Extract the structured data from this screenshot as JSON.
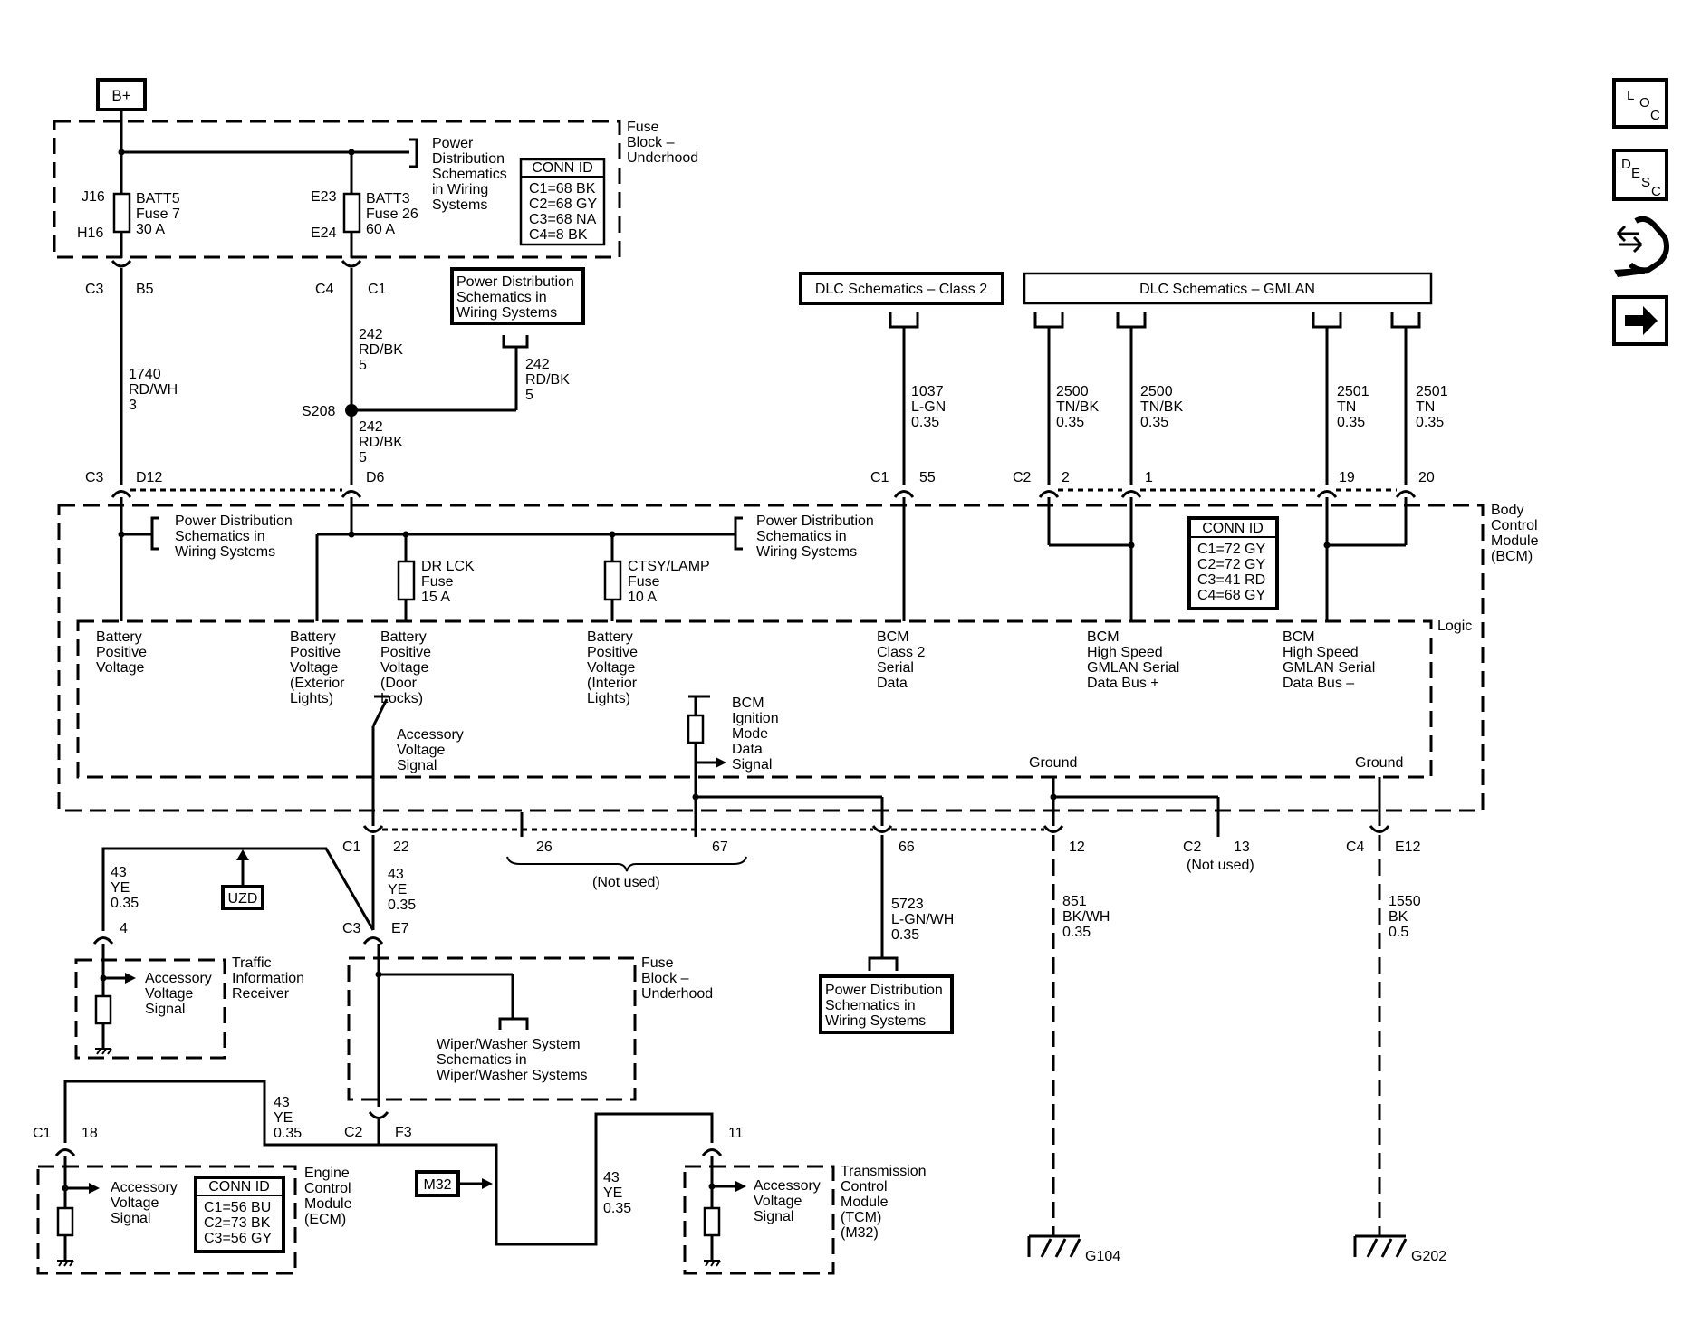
{
  "power_source": "B+",
  "fuse_block_underhood": {
    "title_lines": [
      "Fuse",
      "Block –",
      "Underhood"
    ]
  },
  "fuse_batt5": {
    "pin_in": "J16",
    "pin_out": "H16",
    "lines": [
      "BATT5",
      "Fuse 7",
      "30 A"
    ]
  },
  "fuse_batt3": {
    "pin_in": "E23",
    "pin_out": "E24",
    "lines": [
      "BATT3",
      "Fuse 26",
      "60 A"
    ]
  },
  "pd_ref_text": [
    "Power",
    "Distribution",
    "Schematics",
    "in Wiring",
    "Systems"
  ],
  "conn_id_fuse_block": {
    "title": "CONN ID",
    "lines": [
      "C1=68 BK",
      "C2=68 GY",
      "C3=68 NA",
      "C4=8 BK"
    ]
  },
  "pd_box_top": [
    "Power Distribution",
    "Schematics in",
    "Wiring Systems"
  ],
  "connector_c3_b5": {
    "conn": "C3",
    "pin": "B5"
  },
  "connector_c4_c1": {
    "conn": "C4",
    "pin": "C1"
  },
  "wire_1740": [
    "1740",
    "RD/WH",
    "3"
  ],
  "wire_242_a": [
    "242",
    "RD/BK",
    "5"
  ],
  "wire_242_b": [
    "242",
    "RD/BK",
    "5"
  ],
  "wire_242_c": [
    "242",
    "RD/BK",
    "5"
  ],
  "splice_s208": "S208",
  "connector_c3_d12": {
    "conn": "C3",
    "pin": "D12"
  },
  "connector_d6": {
    "pin": "D6"
  },
  "dlc_class2": {
    "label": "DLC Schematics – Class 2",
    "wire": [
      "1037",
      "L-GN",
      "0.35"
    ],
    "conn": "C1",
    "pin": "55"
  },
  "dlc_gmlan": {
    "label": "DLC Schematics – GMLAN",
    "wires": [
      [
        "2500",
        "TN/BK",
        "0.35"
      ],
      [
        "2500",
        "TN/BK",
        "0.35"
      ],
      [
        "2501",
        "TN",
        "0.35"
      ],
      [
        "2501",
        "TN",
        "0.35"
      ]
    ],
    "conn": "C2",
    "pins": [
      "2",
      "1",
      "19",
      "20"
    ]
  },
  "bcm": {
    "title_lines": [
      "Body",
      "Control",
      "Module",
      "(BCM)"
    ],
    "logic_label": "Logic",
    "conn_id": {
      "title": "CONN ID",
      "lines": [
        "C1=72 GY",
        "C2=72 GY",
        "C3=41 RD",
        "C4=68 GY"
      ]
    },
    "pd_ref_left": [
      "Power Distribution",
      "Schematics in",
      "Wiring Systems"
    ],
    "pd_ref_right": [
      "Power Distribution",
      "Schematics in",
      "Wiring Systems"
    ],
    "fuse_dr_lck": [
      "DR LCK",
      "Fuse",
      "15 A"
    ],
    "fuse_ctsy": [
      "CTSY/LAMP",
      "Fuse",
      "10 A"
    ],
    "logic_labels": {
      "bpv": [
        "Battery",
        "Positive",
        "Voltage"
      ],
      "bpv_ext": [
        "Battery",
        "Positive",
        "Voltage",
        "(Exterior",
        "Lights)"
      ],
      "bpv_door": [
        "Battery",
        "Positive",
        "Voltage",
        "(Door",
        "Locks)"
      ],
      "bpv_int": [
        "Battery",
        "Positive",
        "Voltage",
        "(Interior",
        "Lights)"
      ],
      "class2": [
        "BCM",
        "Class 2",
        "Serial",
        "Data"
      ],
      "gmlan_plus": [
        "BCM",
        "High Speed",
        "GMLAN Serial",
        "Data Bus +"
      ],
      "gmlan_minus": [
        "BCM",
        "High Speed",
        "GMLAN Serial",
        "Data Bus –"
      ],
      "accessory": [
        "Accessory",
        "Voltage",
        "Signal"
      ],
      "ign_mode": [
        "BCM",
        "Ignition",
        "Mode",
        "Data",
        "Signal"
      ],
      "ground1": "Ground",
      "ground2": "Ground"
    }
  },
  "bcm_bottom": {
    "c1": "C1",
    "pins": [
      "22",
      "26",
      "67",
      "66",
      "12",
      "13",
      "E12"
    ],
    "c2": "C2",
    "c4": "C4",
    "not_used_1": "(Not used)",
    "not_used_2": "(Not used)"
  },
  "wire_43_a": [
    "43",
    "YE",
    "0.35"
  ],
  "wire_43_b": [
    "43",
    "YE",
    "0.35"
  ],
  "wire_43_c": [
    "43",
    "YE",
    "0.35"
  ],
  "wire_43_d": [
    "43",
    "YE",
    "0.35"
  ],
  "wire_5723": [
    "5723",
    "L-GN/WH",
    "0.35"
  ],
  "wire_851": [
    "851",
    "BK/WH",
    "0.35"
  ],
  "wire_1550": [
    "1550",
    "BK",
    "0.5"
  ],
  "uzd": "UZD",
  "m32": "M32",
  "tir": {
    "pin": "4",
    "title": [
      "Traffic",
      "Information",
      "Receiver"
    ],
    "sig": [
      "Accessory",
      "Voltage",
      "Signal"
    ]
  },
  "fuse_block_2": {
    "conn": "C3",
    "pin": "E7",
    "conn2": "C2",
    "pin2": "F3",
    "title": [
      "Fuse",
      "Block –",
      "Underhood"
    ],
    "wiper": [
      "Wiper/Washer System",
      "Schematics in",
      "Wiper/Washer Systems"
    ]
  },
  "pd_box_bottom": [
    "Power Distribution",
    "Schematics in",
    "Wiring Systems"
  ],
  "ecm": {
    "conn": "C1",
    "pin": "18",
    "title": [
      "Engine",
      "Control",
      "Module",
      "(ECM)"
    ],
    "sig": [
      "Accessory",
      "Voltage",
      "Signal"
    ],
    "conn_id": {
      "title": "CONN ID",
      "lines": [
        "C1=56 BU",
        "C2=73 BK",
        "C3=56 GY"
      ]
    }
  },
  "tcm": {
    "pin": "11",
    "title": [
      "Transmission",
      "Control",
      "Module",
      "(TCM)",
      "(M32)"
    ],
    "sig": [
      "Accessory",
      "Voltage",
      "Signal"
    ]
  },
  "ground_g104": "G104",
  "ground_g202": "G202",
  "side_icons": {
    "loc": {
      "big": "L",
      "sub1": "O",
      "sub2": "C"
    },
    "desc": {
      "big": "D",
      "sub1": "E",
      "sub2": "S",
      "sub3": "C"
    }
  }
}
